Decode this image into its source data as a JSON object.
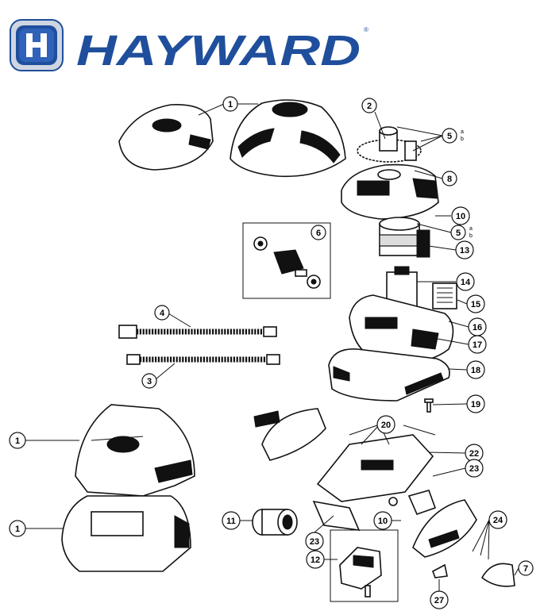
{
  "brand": {
    "name": "HAYWARD",
    "registered_mark": "®",
    "colors": {
      "primary": "#1f4f9c",
      "logo_letter": "#ffffff",
      "line_art": "#111111"
    },
    "logo_icon": "h-badge-icon"
  },
  "callouts": [
    {
      "id": "c1a",
      "label": "1"
    },
    {
      "id": "c2",
      "label": "2"
    },
    {
      "id": "c5a",
      "label": "5",
      "sub": [
        "a",
        "b"
      ]
    },
    {
      "id": "c8",
      "label": "8"
    },
    {
      "id": "c10a",
      "label": "10"
    },
    {
      "id": "c6",
      "label": "6"
    },
    {
      "id": "c5b",
      "label": "5",
      "sub": [
        "a",
        "b"
      ]
    },
    {
      "id": "c13",
      "label": "13"
    },
    {
      "id": "c4",
      "label": "4"
    },
    {
      "id": "c14",
      "label": "14"
    },
    {
      "id": "c15",
      "label": "15"
    },
    {
      "id": "c16",
      "label": "16"
    },
    {
      "id": "c17",
      "label": "17"
    },
    {
      "id": "c3",
      "label": "3"
    },
    {
      "id": "c18",
      "label": "18"
    },
    {
      "id": "c19",
      "label": "19"
    },
    {
      "id": "c20",
      "label": "20"
    },
    {
      "id": "c1b",
      "label": "1"
    },
    {
      "id": "c22",
      "label": "22"
    },
    {
      "id": "c23a",
      "label": "23"
    },
    {
      "id": "c1c",
      "label": "1"
    },
    {
      "id": "c11",
      "label": "11"
    },
    {
      "id": "c10b",
      "label": "10"
    },
    {
      "id": "c23b",
      "label": "23"
    },
    {
      "id": "c24",
      "label": "24"
    },
    {
      "id": "c12",
      "label": "12"
    },
    {
      "id": "c7",
      "label": "7"
    },
    {
      "id": "c27",
      "label": "27"
    }
  ]
}
